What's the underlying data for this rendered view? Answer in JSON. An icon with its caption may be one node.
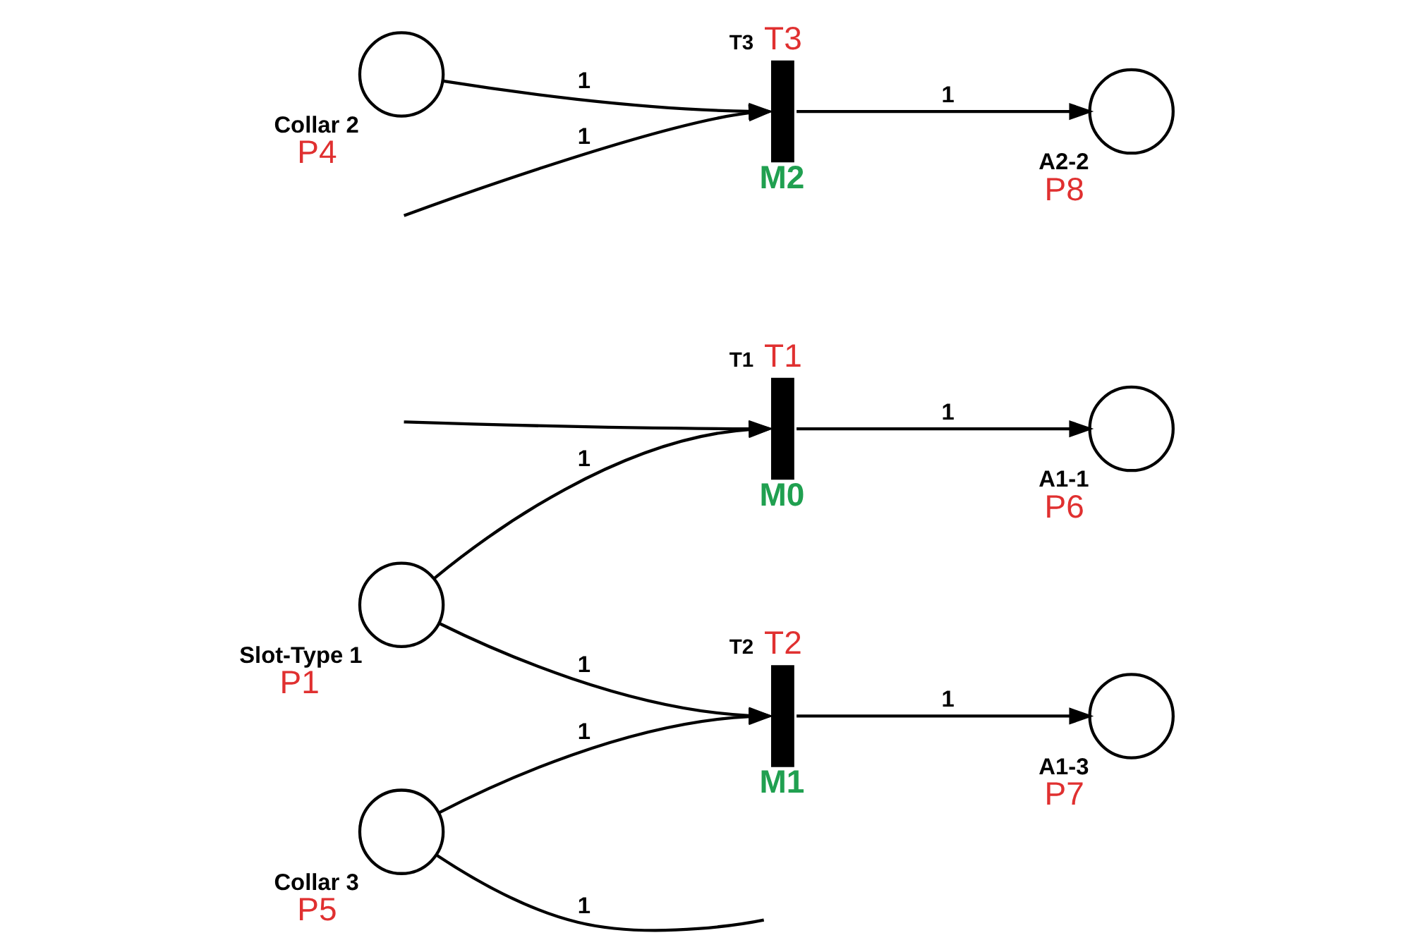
{
  "diagram": {
    "nodes": [
      {
        "text": [
          "T1",
          "M0"
        ],
        "beside": [
          "T1"
        ]
      },
      {
        "text": [
          "A1-1"
        ],
        "beside": [
          "P6"
        ]
      },
      {
        "text": [
          "Slot-Type 1"
        ],
        "beside": [
          "P1"
        ]
      },
      {
        "text": [
          "T2",
          "M1"
        ],
        "beside": [
          "T2"
        ]
      },
      {
        "text": [
          "A1-3"
        ],
        "beside": [
          "P7"
        ]
      },
      {
        "text": [
          "Collar 2"
        ],
        "beside": [
          "P4"
        ]
      },
      {
        "text": [
          "Collar 3"
        ],
        "beside": [
          "P5"
        ]
      },
      {
        "text": [
          "T3",
          "M2"
        ],
        "beside": [
          "T3"
        ]
      },
      {
        "text": [
          "A2-2"
        ],
        "beside": [
          "P8"
        ]
      }
    ],
    "edges": [
      {
        "from": null,
        "to": 0,
        "arrow": "to"
      },
      {
        "from": 2,
        "to": 0,
        "label": "1",
        "arrow": "to"
      },
      {
        "from": 2,
        "to": 3,
        "label": "1",
        "arrow": "to"
      },
      {
        "from": 0,
        "to": 1,
        "label": "1",
        "arrow": "to"
      },
      {
        "from": 3,
        "to": 4,
        "label": "1",
        "arrow": "to"
      },
      {
        "from": 6,
        "to": 3,
        "label": "1",
        "arrow": "to"
      },
      {
        "from": 5,
        "to": 7,
        "label": "1",
        "arrow": "to"
      },
      {
        "from": 6,
        "to": null,
        "label": "1",
        "arrow": "none"
      },
      {
        "from": null,
        "to": 7,
        "label": "1",
        "arrow": "to"
      },
      {
        "from": 7,
        "to": 8,
        "label": "1",
        "arrow": "to"
      }
    ]
  }
}
